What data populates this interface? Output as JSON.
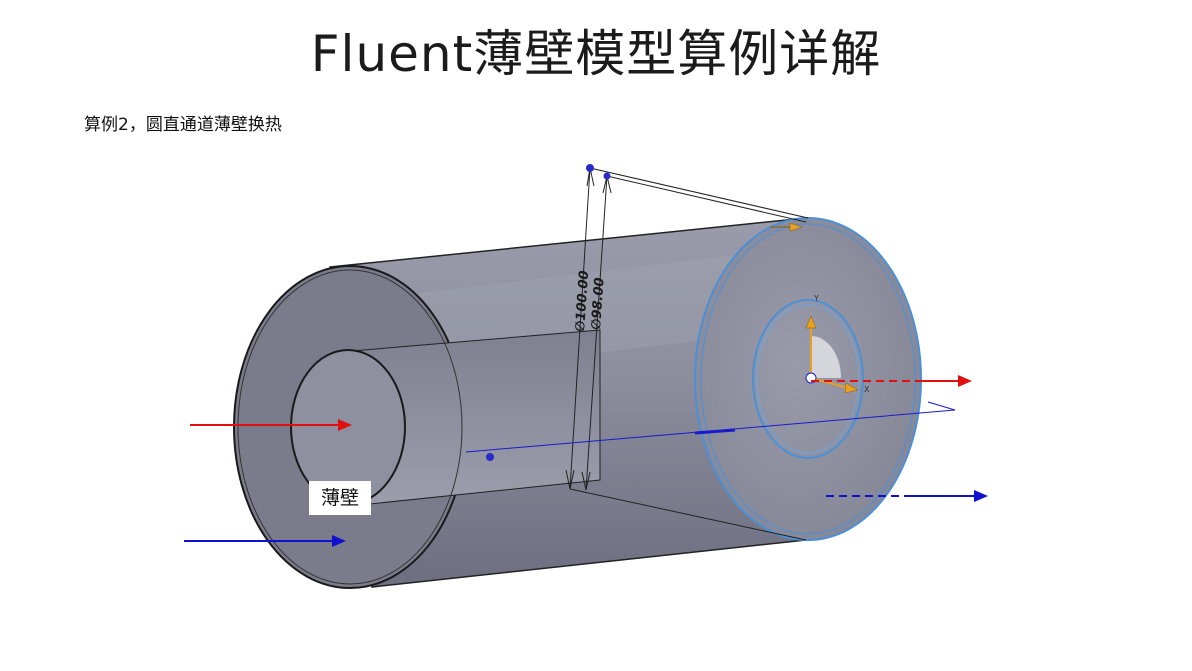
{
  "title": "Fluent薄壁模型算例详解",
  "subtitle": "算例2，圆直通道薄壁换热",
  "diagram": {
    "thin_wall_label": "薄壁",
    "outer_diameter_label": "∅100.00",
    "inner_diameter_label": "∅98.00",
    "axis_labels": {
      "y": "Y",
      "x": "X"
    },
    "colors": {
      "hot_flow_arrow": "#e01010",
      "cold_flow_arrow": "#1010d0",
      "cylinder_surface": "#8a8c9c",
      "selection_edge": "#4a90d9",
      "sketch_line": "#1a1acc",
      "triad_arrow": "#e8a020"
    }
  }
}
